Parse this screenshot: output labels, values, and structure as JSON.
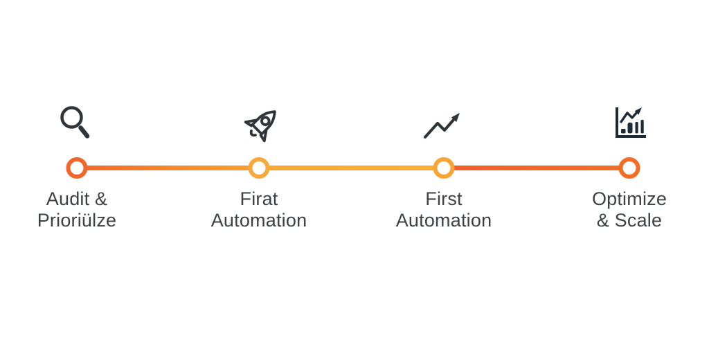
{
  "page": {
    "background_color": "#ffffff",
    "description": "Four-step process timeline infographic"
  },
  "timeline": {
    "icon_color": "#2f3538",
    "chart_icon_color": "#1d2a38",
    "label_color": "#3e4144",
    "segments": [
      {
        "css": "linear-gradient(90deg, #f2672c 0%, #f68a2e 55%, #f9a233 100%)"
      },
      {
        "css": "linear-gradient(90deg, #f9a833 0%, #f9ae33 100%)"
      },
      {
        "css": "linear-gradient(90deg, #f25e2a 0%, #f26f2b 100%)"
      }
    ],
    "steps": [
      {
        "icon": "magnifier-icon",
        "node_color": "#f1662d",
        "line1": "Audit &",
        "line2": "Prioriülze"
      },
      {
        "icon": "rocket-icon",
        "node_color": "#f9a93c",
        "line1": "Firat",
        "line2": "Automation"
      },
      {
        "icon": "trend-up-arrow-icon",
        "node_color": "#f9a435",
        "line1": "First",
        "line2": "Automation"
      },
      {
        "icon": "bar-chart-icon",
        "node_color": "#f36d25",
        "line1": "Optimize",
        "line2": "& Scale"
      }
    ]
  }
}
